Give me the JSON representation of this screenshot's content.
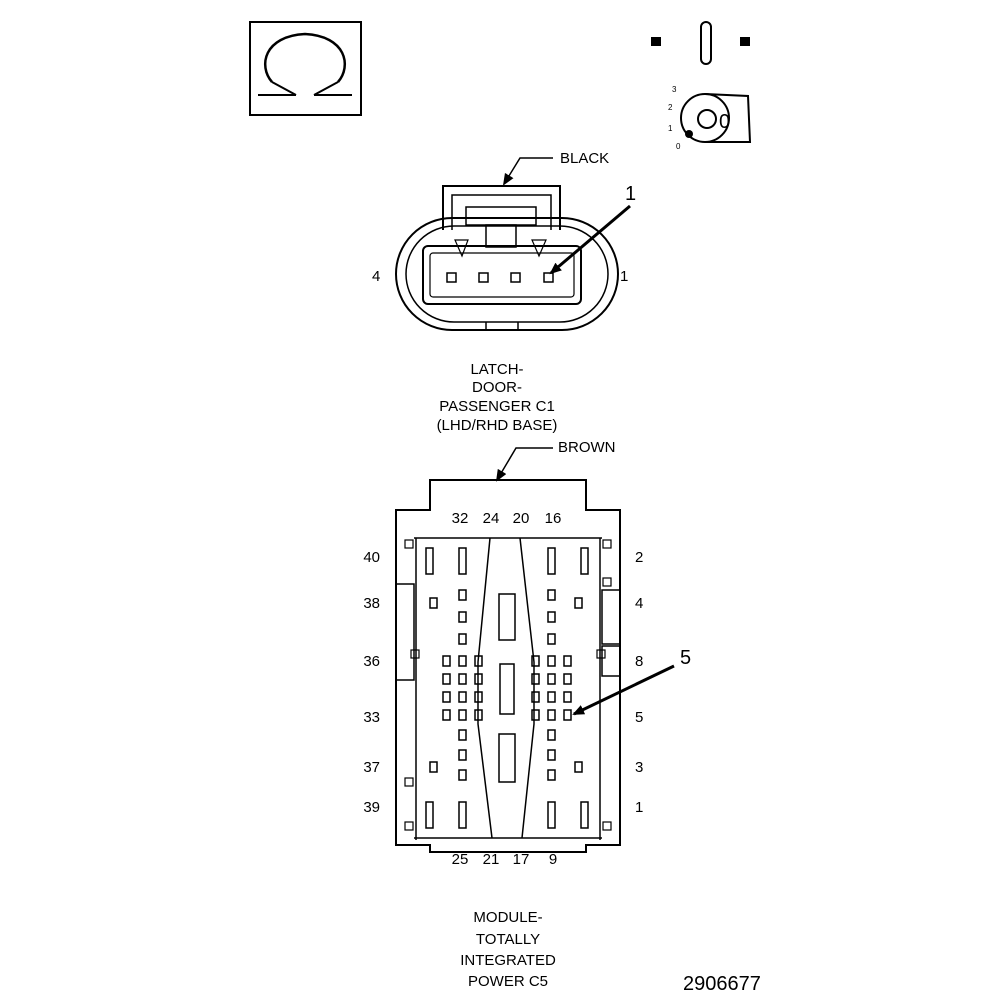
{
  "icons": {
    "omega_box": "omega-symbol-icon",
    "key_switch": "ignition-key-switch-icon",
    "key_switch_positions": [
      "3",
      "2",
      "1",
      "0"
    ],
    "key_label": "0"
  },
  "connector_c1": {
    "color_label": "BLACK",
    "callout": "1",
    "pin_left": "4",
    "pin_right": "1",
    "caption": [
      "LATCH-",
      "DOOR-",
      "PASSENGER C1",
      "(LHD/RHD BASE)"
    ]
  },
  "connector_c5": {
    "color_label": "BROWN",
    "callout": "5",
    "top_pins": [
      "32",
      "24",
      "20",
      "16"
    ],
    "bottom_pins": [
      "25",
      "21",
      "17",
      "9"
    ],
    "left_pins": [
      "40",
      "38",
      "36",
      "33",
      "37",
      "39"
    ],
    "right_pins": [
      "2",
      "4",
      "8",
      "5",
      "3",
      "1"
    ],
    "caption": [
      "MODULE-",
      "TOTALLY",
      "INTEGRATED",
      "POWER C5"
    ]
  },
  "figure_number": "2906677"
}
